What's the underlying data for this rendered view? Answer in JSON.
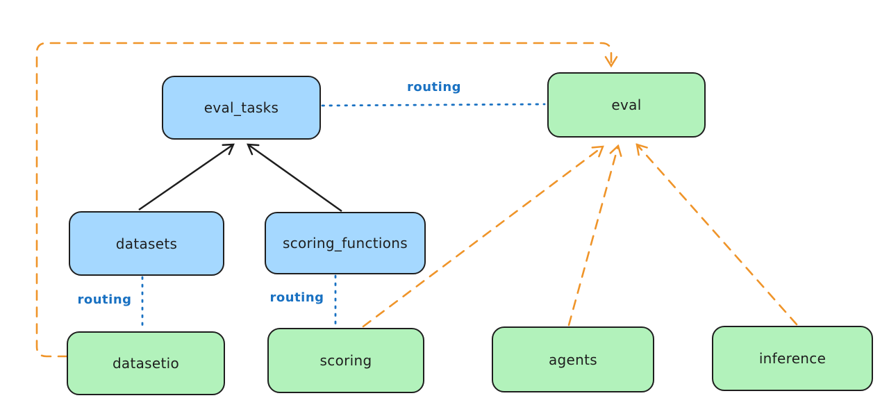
{
  "diagram": {
    "background": "#ffffff",
    "nodes": {
      "eval_tasks": {
        "label": "eval_tasks",
        "fill": "#a5d8ff"
      },
      "eval": {
        "label": "eval",
        "fill": "#b2f2bb"
      },
      "datasets": {
        "label": "datasets",
        "fill": "#a5d8ff"
      },
      "scoring_functions": {
        "label": "scoring_functions",
        "fill": "#a5d8ff"
      },
      "datasetio": {
        "label": "datasetio",
        "fill": "#b2f2bb"
      },
      "scoring": {
        "label": "scoring",
        "fill": "#b2f2bb"
      },
      "agents": {
        "label": "agents",
        "fill": "#b2f2bb"
      },
      "inference": {
        "label": "inference",
        "fill": "#b2f2bb"
      }
    },
    "edges": [
      {
        "from": "datasets",
        "to": "eval_tasks",
        "style": "solid",
        "arrow": true,
        "color": "#1e1e1e"
      },
      {
        "from": "scoring_functions",
        "to": "eval_tasks",
        "style": "solid",
        "arrow": true,
        "color": "#1e1e1e"
      },
      {
        "from": "eval_tasks",
        "to": "eval",
        "style": "dotted",
        "arrow": false,
        "label": "routing",
        "color": "#1971c2"
      },
      {
        "from": "datasets",
        "to": "datasetio",
        "style": "dotted",
        "arrow": false,
        "label": "routing",
        "color": "#1971c2"
      },
      {
        "from": "scoring_functions",
        "to": "scoring",
        "style": "dotted",
        "arrow": false,
        "label": "routing",
        "color": "#1971c2"
      },
      {
        "from": "datasetio",
        "to": "eval",
        "style": "dashed",
        "arrow": true,
        "color": "#ef9429"
      },
      {
        "from": "scoring",
        "to": "eval",
        "style": "dashed",
        "arrow": true,
        "color": "#ef9429"
      },
      {
        "from": "agents",
        "to": "eval",
        "style": "dashed",
        "arrow": true,
        "color": "#ef9429"
      },
      {
        "from": "inference",
        "to": "eval",
        "style": "dashed",
        "arrow": true,
        "color": "#ef9429"
      }
    ],
    "colors": {
      "node_border": "#1e1e1e",
      "blue_fill": "#a5d8ff",
      "green_fill": "#b2f2bb",
      "routing_blue": "#1971c2",
      "orange": "#ef9429",
      "black": "#1e1e1e"
    }
  }
}
